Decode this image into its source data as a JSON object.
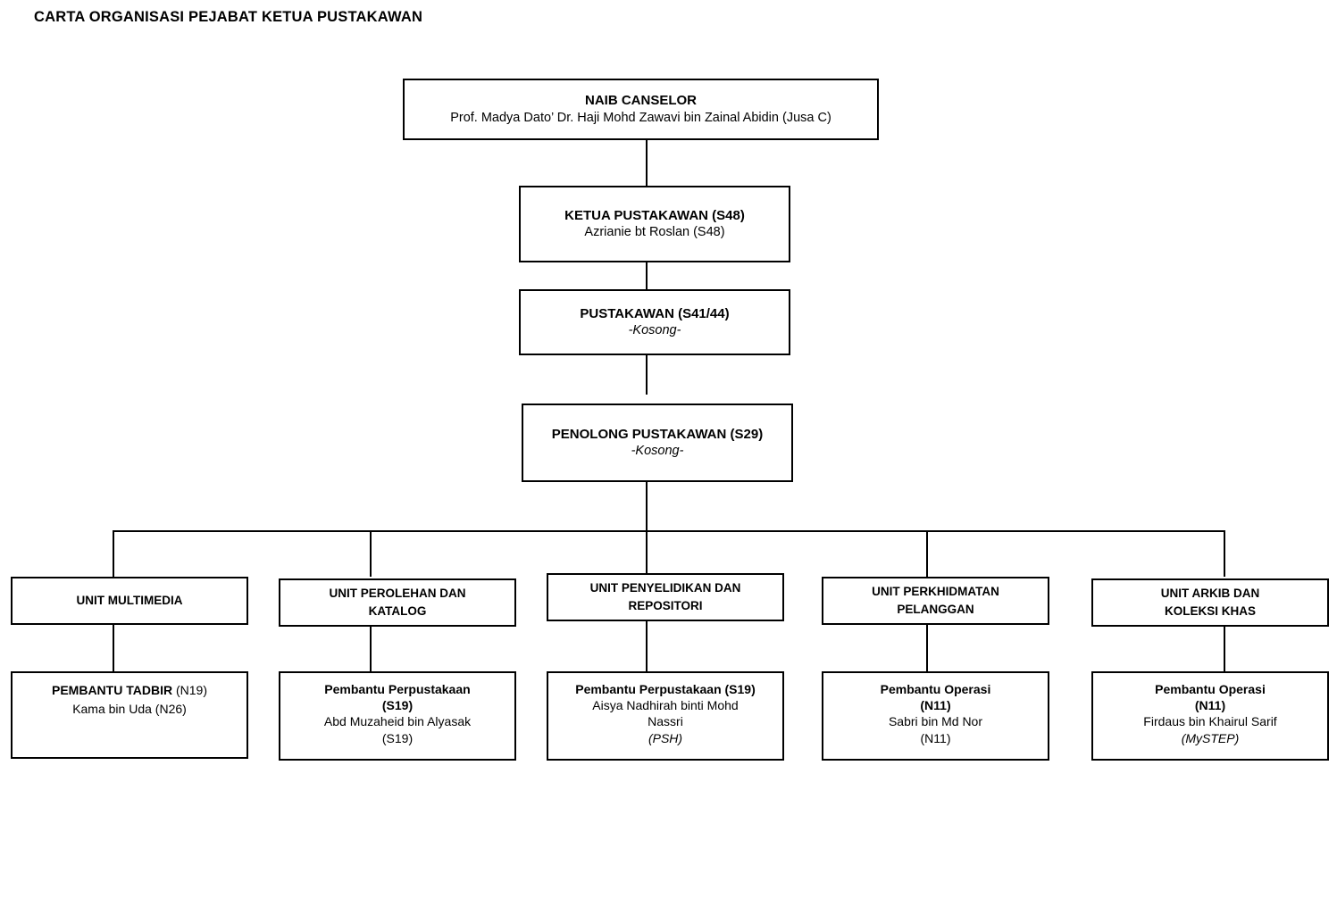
{
  "document": {
    "title": "CARTA ORGANISASI PEJABAT KETUA PUSTAKAWAN"
  },
  "chart_data": {
    "type": "diagram",
    "diagram_type": "organizational-chart",
    "title": "CARTA ORGANISASI PEJABAT KETUA PUSTAKAWAN",
    "orientation": "top-down",
    "nodes": [
      {
        "id": "naib-canselor",
        "position_title": "NAIB CANSELOR",
        "occupant": "Prof. Madya Dato’ Dr. Haji Mohd Zawavi bin Zainal Abidin (Jusa C)",
        "level": 0
      },
      {
        "id": "ketua-pustakawan",
        "position_title": "KETUA PUSTAKAWAN (S48)",
        "occupant": "Azrianie bt Roslan (S48)",
        "level": 1
      },
      {
        "id": "pustakawan",
        "position_title": "PUSTAKAWAN (S41/44)",
        "occupant": "-Kosong-",
        "occupant_style": "italic",
        "level": 2
      },
      {
        "id": "penolong-pustakawan",
        "position_title": "PENOLONG PUSTAKAWAN (S29)",
        "occupant": "-Kosong-",
        "occupant_style": "italic",
        "level": 3
      }
    ],
    "units": [
      {
        "id": "unit-multimedia",
        "unit_name_line1": "UNIT MULTIMEDIA",
        "unit_name_line2": "",
        "staff": {
          "title_bold": "PEMBANTU TADBIR",
          "title_regular_suffix": " (N19)",
          "name": "Kama bin Uda (N26)",
          "note": ""
        }
      },
      {
        "id": "unit-perolehan-dan-katalog",
        "unit_name_line1": "UNIT PEROLEHAN DAN",
        "unit_name_line2": "KATALOG",
        "staff": {
          "title_line1": "Pembantu Perpustakaan",
          "title_line2": "(S19)",
          "name_line1": "Abd Muzaheid bin Alyasak",
          "name_line2": "(S19)",
          "note": ""
        }
      },
      {
        "id": "unit-penyelidikan-dan-repositori",
        "unit_name_line1": "UNIT PENYELIDIKAN DAN",
        "unit_name_line2": "REPOSITORI",
        "staff": {
          "title_line1": "Pembantu Perpustakaan (S19)",
          "title_line2": "",
          "name_line1": "Aisya Nadhirah binti Mohd",
          "name_line2": "Nassri",
          "note": "(PSH)"
        }
      },
      {
        "id": "unit-perkhidmatan-pelanggan",
        "unit_name_line1": "UNIT PERKHIDMATAN",
        "unit_name_line2": "PELANGGAN",
        "staff": {
          "title_line1": "Pembantu Operasi",
          "title_line2": "(N11)",
          "name_line1": "Sabri bin Md Nor",
          "name_line2": "(N11)",
          "note": ""
        }
      },
      {
        "id": "unit-arkib-dan-koleksi-khas",
        "unit_name_line1": "UNIT ARKIB DAN",
        "unit_name_line2": "KOLEKSI KHAS",
        "staff": {
          "title_line1": "Pembantu Operasi",
          "title_line2": "(N11)",
          "name_line1": "Firdaus bin Khairul Sarif",
          "name_line2": "",
          "note": "(MySTEP)"
        }
      }
    ],
    "edges": [
      {
        "from": "naib-canselor",
        "to": "ketua-pustakawan"
      },
      {
        "from": "ketua-pustakawan",
        "to": "pustakawan"
      },
      {
        "from": "pustakawan",
        "to": "penolong-pustakawan"
      },
      {
        "from": "penolong-pustakawan",
        "to": "unit-multimedia"
      },
      {
        "from": "penolong-pustakawan",
        "to": "unit-perolehan-dan-katalog"
      },
      {
        "from": "penolong-pustakawan",
        "to": "unit-penyelidikan-dan-repositori"
      },
      {
        "from": "penolong-pustakawan",
        "to": "unit-perkhidmatan-pelanggan"
      },
      {
        "from": "penolong-pustakawan",
        "to": "unit-arkib-dan-koleksi-khas"
      },
      {
        "from": "unit-multimedia",
        "to": "unit-multimedia-staff"
      },
      {
        "from": "unit-perolehan-dan-katalog",
        "to": "unit-perolehan-dan-katalog-staff"
      },
      {
        "from": "unit-penyelidikan-dan-repositori",
        "to": "unit-penyelidikan-dan-repositori-staff"
      },
      {
        "from": "unit-perkhidmatan-pelanggan",
        "to": "unit-perkhidmatan-pelanggan-staff"
      },
      {
        "from": "unit-arkib-dan-koleksi-khas",
        "to": "unit-arkib-dan-koleksi-khas-staff"
      }
    ],
    "colors": {
      "background": "#ffffff",
      "box_border": "#000000",
      "box_fill": "#ffffff",
      "text": "#000000",
      "connector": "#000000"
    }
  }
}
